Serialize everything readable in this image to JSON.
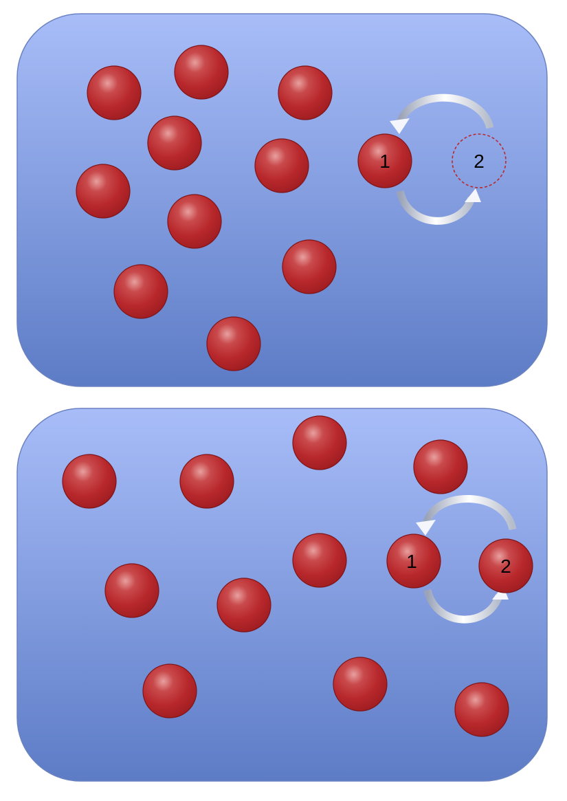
{
  "colors": {
    "panel_top": "#a8bdf8",
    "panel_bottom": "#5d7cc6",
    "panel_border": "#6a82c0",
    "particle_fill": "#b8282c",
    "particle_highlight": "#e8a0a0",
    "particle_border": "#7d1518",
    "arrow": "#f1f3f8"
  },
  "panels": [
    {
      "id": "top",
      "particle_count": 11,
      "pair": {
        "label_1": "1",
        "label_2": "2",
        "particle_2_state": "dashed-outline"
      }
    },
    {
      "id": "bottom",
      "particle_count": 12,
      "pair": {
        "label_1": "1",
        "label_2": "2",
        "particle_2_state": "filled"
      }
    }
  ]
}
